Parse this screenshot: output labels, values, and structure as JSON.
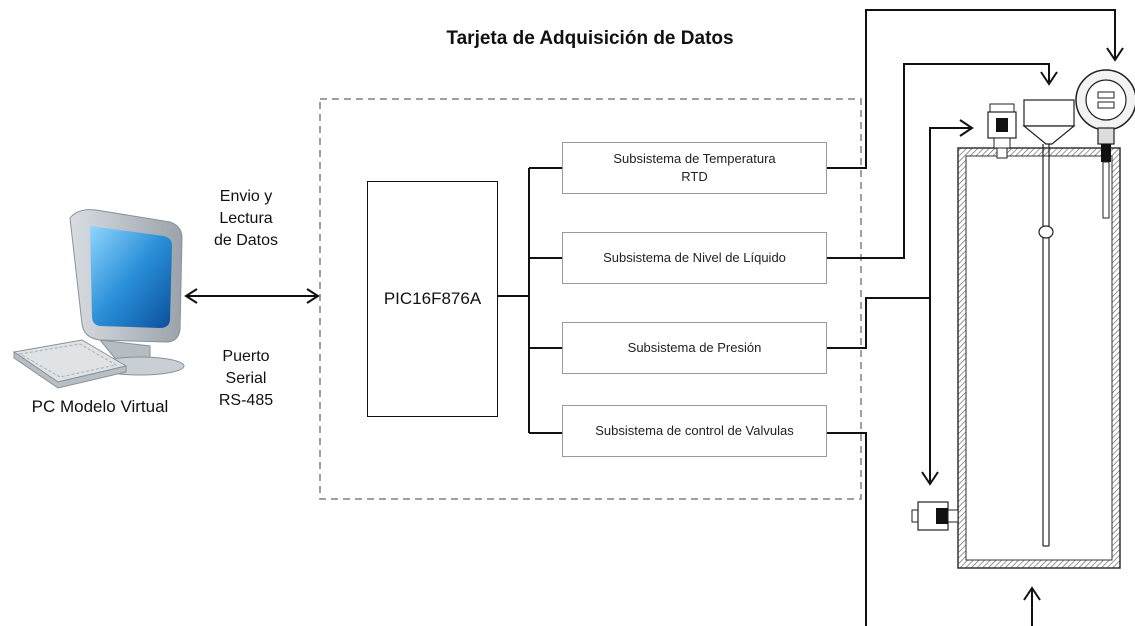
{
  "title": "Tarjeta de Adquisición de Datos",
  "pc_label": "PC Modelo Virtual",
  "link_top_label": [
    "Envio y",
    "Lectura",
    "de Datos"
  ],
  "link_bottom_label": [
    "Puerto",
    "Serial",
    "RS-485"
  ],
  "microcontroller": "PIC16F876A",
  "subsystems": [
    {
      "line1": "Subsistema de Temperatura",
      "line2": "RTD"
    },
    {
      "line1": "Subsistema de Nivel de Líquido",
      "line2": ""
    },
    {
      "line1": "Subsistema de Presión",
      "line2": ""
    },
    {
      "line1": "Subsistema de control de Valvulas",
      "line2": ""
    }
  ],
  "colors": {
    "line": "#111111",
    "dashed_border": "#7a8290",
    "box_border": "#9a9a9a",
    "screen_blue": "#2a8fd8"
  }
}
